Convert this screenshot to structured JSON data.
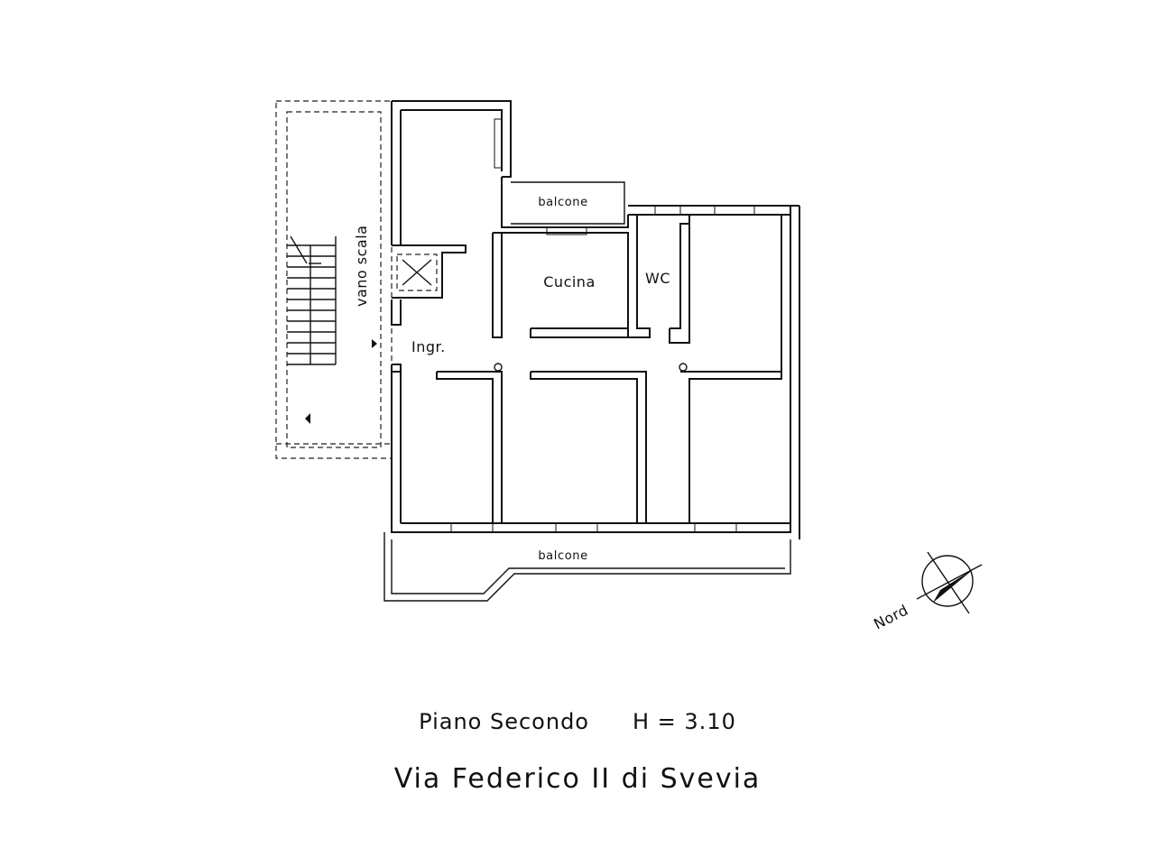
{
  "plan": {
    "rooms": {
      "vano_scala": "vano scala",
      "balcone_top": "balcone",
      "cucina": "Cucina",
      "wc": "WC",
      "ingresso": "Ingr.",
      "balcone_bottom": "balcone"
    },
    "compass": {
      "label": "Nord",
      "icon": "compass-rose-icon"
    }
  },
  "caption": {
    "floor": "Piano Secondo",
    "height": "H = 3.10",
    "address": "Via Federico II di Svevia"
  }
}
